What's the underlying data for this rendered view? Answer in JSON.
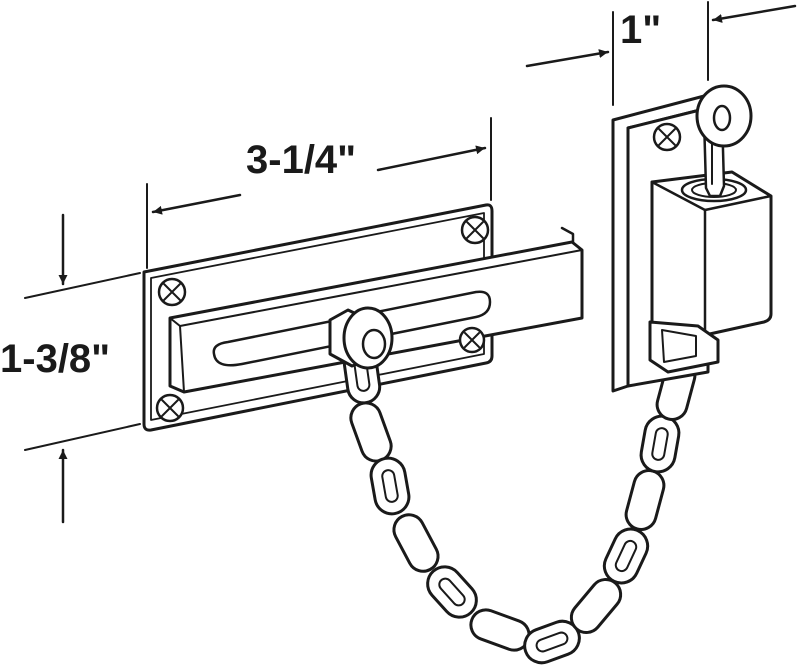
{
  "dimensions": {
    "width": "1\"",
    "length": "3-1/4\"",
    "height": "1-3/8\""
  },
  "colors": {
    "line": "#1a1a1a",
    "background": "#ffffff"
  }
}
